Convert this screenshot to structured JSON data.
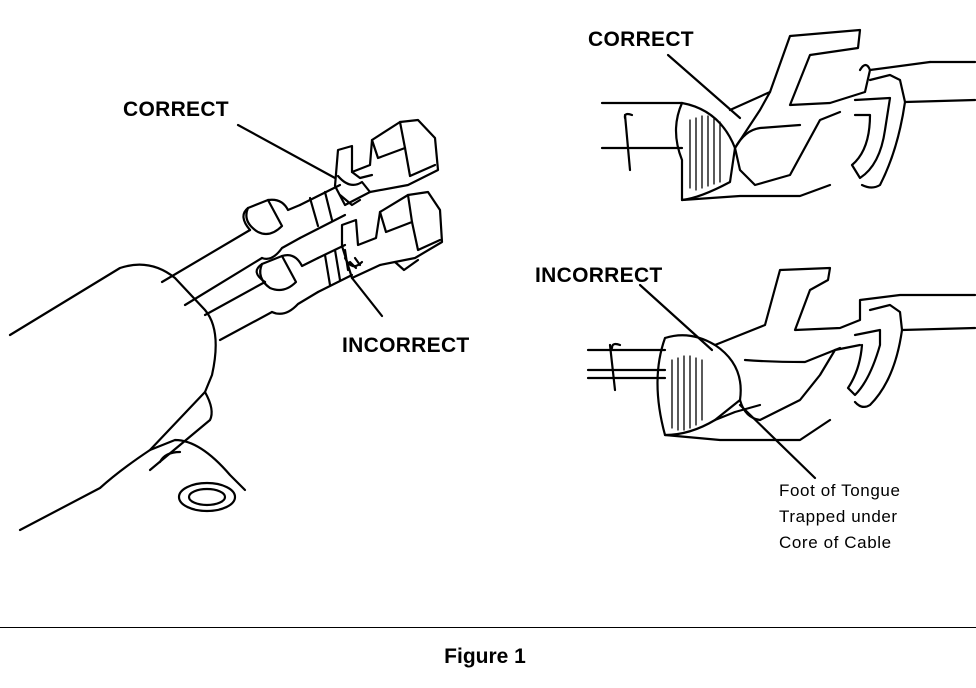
{
  "labels": {
    "left_correct": "CORRECT",
    "left_incorrect": "INCORRECT",
    "right_correct": "CORRECT",
    "right_incorrect": "INCORRECT"
  },
  "note_lines": [
    "Foot of Tongue",
    "Trapped under",
    "Core of Cable"
  ],
  "caption": "Figure 1"
}
